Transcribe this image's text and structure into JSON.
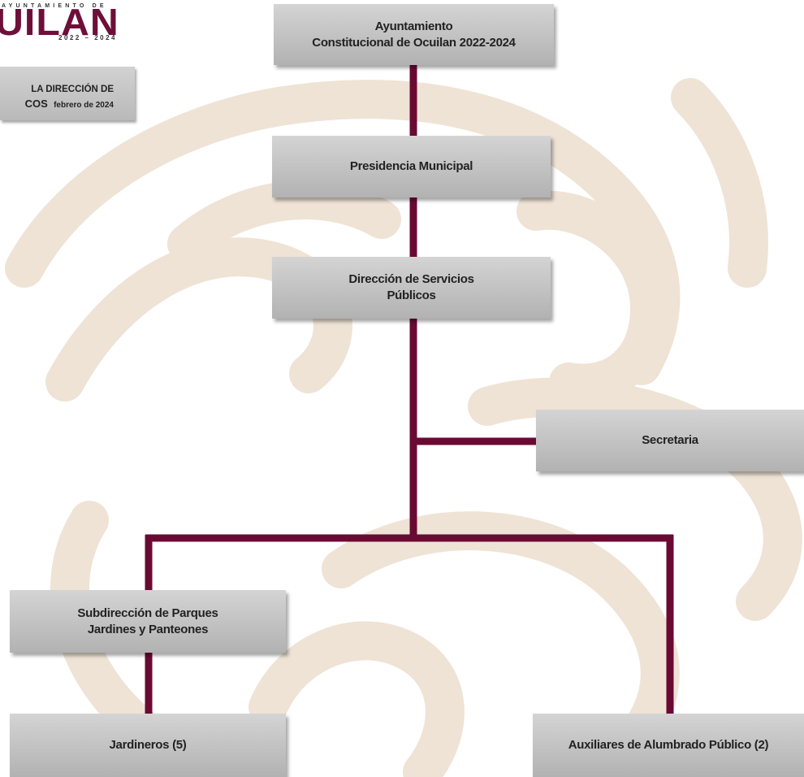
{
  "logo": {
    "top_text": "AYUNTAMIENTO DE",
    "main_text": "UILAN",
    "years": "2022 – 2024",
    "brand_color": "#6e0f3a"
  },
  "subtitle": {
    "line1": "LA DIRECCIÓN  DE",
    "line2_main": "COS",
    "line2_date": "febrero de 2024"
  },
  "colors": {
    "connector": "#6a0a33",
    "watermark": "#eee0d2",
    "box": "#c3c3c3"
  },
  "org": {
    "ayuntamiento": "Ayuntamiento\nConstitucional de Ocuilan 2022-2024",
    "presidencia": "Presidencia Municipal",
    "direccion": "Dirección de Servicios\nPúblicos",
    "secretaria": "Secretaria",
    "subdireccion": "Subdirección de Parques\nJardines y Panteones",
    "jardineros": "Jardineros (5)",
    "auxiliares": "Auxiliares de Alumbrado Público (2)"
  }
}
